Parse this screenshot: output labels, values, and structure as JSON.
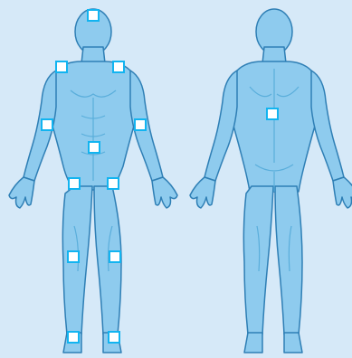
{
  "figures": {
    "front": {
      "name": "front view"
    },
    "back": {
      "name": "back view"
    }
  },
  "markers": [
    {
      "id": "head",
      "view": "front"
    },
    {
      "id": "left-shoulder",
      "view": "front"
    },
    {
      "id": "right-shoulder",
      "view": "front"
    },
    {
      "id": "left-arm",
      "view": "front"
    },
    {
      "id": "right-arm",
      "view": "front"
    },
    {
      "id": "abdomen",
      "view": "front"
    },
    {
      "id": "left-thigh",
      "view": "front"
    },
    {
      "id": "right-thigh",
      "view": "front"
    },
    {
      "id": "left-knee",
      "view": "front"
    },
    {
      "id": "right-knee",
      "view": "front"
    },
    {
      "id": "left-ankle",
      "view": "front"
    },
    {
      "id": "right-ankle",
      "view": "front"
    },
    {
      "id": "lower-back",
      "view": "back"
    }
  ],
  "colors": {
    "background": "#d6e9f8",
    "skin": "#8ecbee",
    "shade": "#5aaedb",
    "outline": "#2f7fb5",
    "marker_border": "#12b4f0",
    "marker_fill": "#ffffff"
  }
}
